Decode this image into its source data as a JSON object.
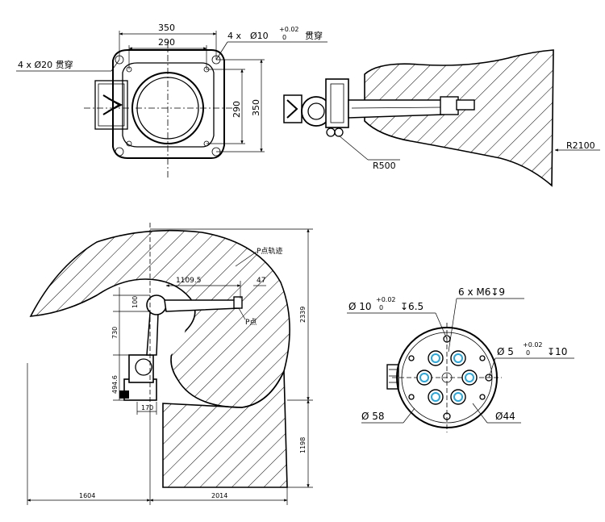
{
  "top_view": {
    "dim_350_width": "350",
    "dim_290_width": "290",
    "dim_290_height": "290",
    "dim_350_height": "350",
    "through_hole_10_qty": "4 x",
    "through_hole_10_dia": "Ø10",
    "through_hole_10_tol_upper": "+0.02",
    "through_hole_10_tol_lower": "0",
    "through_hole_10_note": "贯穿",
    "through_hole_20": "4 x  Ø20 贯穿"
  },
  "reach_view": {
    "radius_small": "R500",
    "radius_large": "R2100"
  },
  "side_view": {
    "dim_1109": "1109.5",
    "dim_47": "47",
    "dim_100": "100",
    "dim_730": "730",
    "dim_494": "494.6",
    "dim_170": "170",
    "dim_2339": "2339",
    "dim_1198": "1198",
    "dim_1604": "1604",
    "dim_2014": "2014",
    "label_trajectory": "P点轨迹",
    "label_point": "P点"
  },
  "flange_view": {
    "hole_10_dia": "Ø 10",
    "hole_10_tol_upper": "+0.02",
    "hole_10_tol_lower": "0",
    "hole_10_depth": "↧6.5",
    "thread_note": "6 x M6↧9",
    "pin_5_dia": "Ø 5",
    "pin_5_tol_upper": "+0.02",
    "pin_5_tol_lower": "0",
    "pin_5_depth": "↧10",
    "dia_58": "Ø 58",
    "dia_44": "Ø44"
  }
}
